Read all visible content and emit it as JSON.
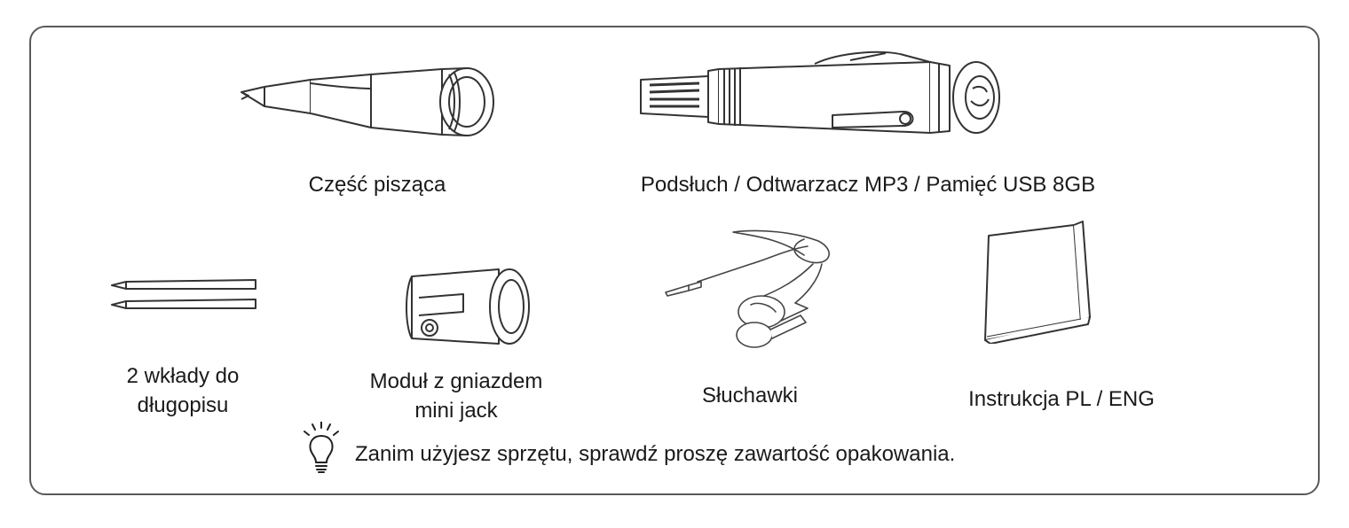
{
  "items": {
    "writing_part": {
      "icon": "pen-tip-icon",
      "label": "Część pisząca"
    },
    "recorder": {
      "icon": "usb-recorder-pen-icon",
      "label": "Podsłuch / Odtwarzacz MP3 / Pamięć USB 8GB"
    },
    "refills": {
      "icon": "pen-refills-icon",
      "label_line1": "2 wkłady do",
      "label_line2": "długopisu"
    },
    "jack_module": {
      "icon": "mini-jack-module-icon",
      "label_line1": "Moduł z gniazdem",
      "label_line2": "mini jack"
    },
    "earphones": {
      "icon": "earphones-icon",
      "label": "Słuchawki"
    },
    "manual": {
      "icon": "manual-booklet-icon",
      "label": "Instrukcja PL / ENG"
    }
  },
  "tip": {
    "icon": "lightbulb-icon",
    "text": "Zanim użyjesz sprzętu, sprawdź proszę zawartość opakowania."
  },
  "colors": {
    "border": "#5a5a5a",
    "stroke": "#333333",
    "text": "#1a1a1a"
  }
}
